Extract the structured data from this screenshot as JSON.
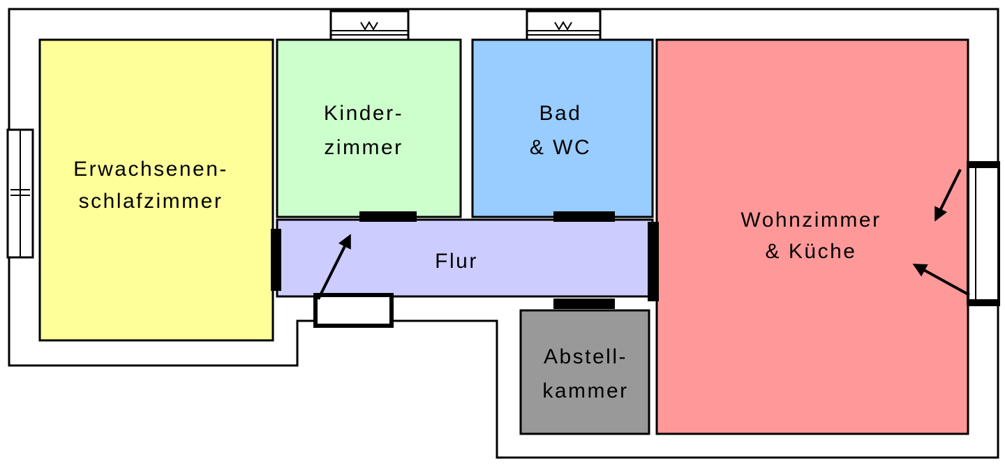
{
  "diagram": {
    "kind": "apartment-floor-plan",
    "background_color": "#ffffff",
    "wall_color": "#000000"
  },
  "rooms": {
    "adult_bedroom": {
      "lines": [
        "Erwachsenen-",
        "schlafzimmer"
      ],
      "color": "#ffff99"
    },
    "kids_room": {
      "lines": [
        "Kinder-",
        "zimmer"
      ],
      "color": "#ccffcc"
    },
    "bathroom": {
      "lines": [
        "Bad",
        "& WC"
      ],
      "color": "#99ccff"
    },
    "living_kitchen": {
      "lines": [
        "Wohnzimmer",
        "& Küche"
      ],
      "color": "#ff9999"
    },
    "hallway": {
      "lines": [
        "Flur"
      ],
      "color": "#ccccff"
    },
    "storage": {
      "lines": [
        "Abstell-",
        "kammer"
      ],
      "color": "#999999"
    }
  },
  "symbols": {
    "windows": [
      "window-top-left",
      "window-top-right",
      "window-left",
      "window-right"
    ],
    "door_openings": [
      "door-kids-room",
      "door-bathroom",
      "door-storage",
      "door-adult-bedroom",
      "door-living-kitchen",
      "entrance-door"
    ],
    "arrows": [
      "arrow-entrance",
      "arrow-right-in",
      "arrow-right-out"
    ]
  }
}
